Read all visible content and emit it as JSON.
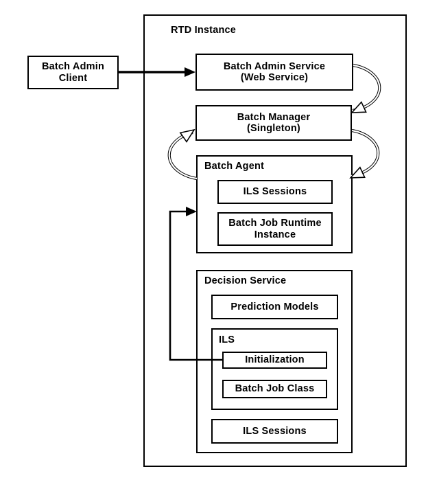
{
  "diagram": {
    "title": "RTD Instance",
    "nodes": {
      "batch_admin_client": "Batch Admin\nClient",
      "batch_admin_service": "Batch Admin Service\n(Web Service)",
      "batch_manager": "Batch Manager\n(Singleton)",
      "batch_agent": "Batch Agent",
      "agent_ils_sessions": "ILS Sessions",
      "batch_job_runtime": "Batch Job Runtime\nInstance",
      "decision_service": "Decision Service",
      "prediction_models": "Prediction Models",
      "ils": "ILS",
      "initialization": "Initialization",
      "batch_job_class": "Batch Job Class",
      "ils_sessions": "ILS Sessions"
    },
    "connections": [
      {
        "from": "Batch Admin Client",
        "to": "Batch Admin Service",
        "style": "solid-arrow"
      },
      {
        "from": "Batch Admin Service",
        "to": "Batch Manager",
        "style": "curved-double-line-arrow-right"
      },
      {
        "from": "Batch Manager",
        "to": "Batch Agent",
        "style": "curved-double-line-arrow-right"
      },
      {
        "from": "Batch Agent",
        "to": "Batch Manager",
        "style": "curved-double-line-arrow-left"
      },
      {
        "from": "Initialization",
        "to": "Batch Agent",
        "style": "elbow-solid-arrow"
      }
    ],
    "colors": {
      "line": "#000000",
      "background": "#ffffff"
    }
  }
}
